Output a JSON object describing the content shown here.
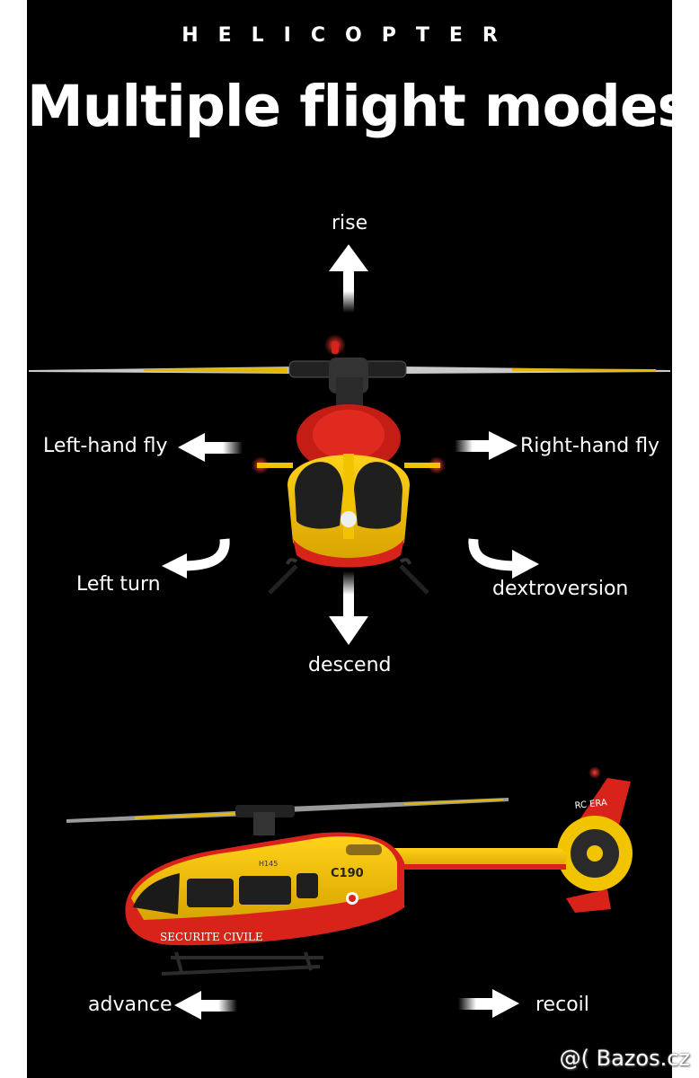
{
  "header": {
    "eyebrow": "HELICOPTER",
    "headline": "Multiple flight modes"
  },
  "modes": {
    "rise": "rise",
    "left_hand_fly": "Left-hand fly",
    "right_hand_fly": "Right-hand fly",
    "left_turn": "Left turn",
    "dextroversion": "dextroversion",
    "descend": "descend",
    "advance": "advance",
    "recoil": "recoil"
  },
  "helicopter": {
    "livery": "SECURITE CIVILE",
    "model": "C190",
    "brand": "RC ERA",
    "type_badge": "H145"
  },
  "watermark": "@( Bazos.cz",
  "colors": {
    "background": "#000000",
    "fuselage_yellow": "#f2c400",
    "fuselage_red": "#d8231b",
    "text": "#ffffff"
  }
}
